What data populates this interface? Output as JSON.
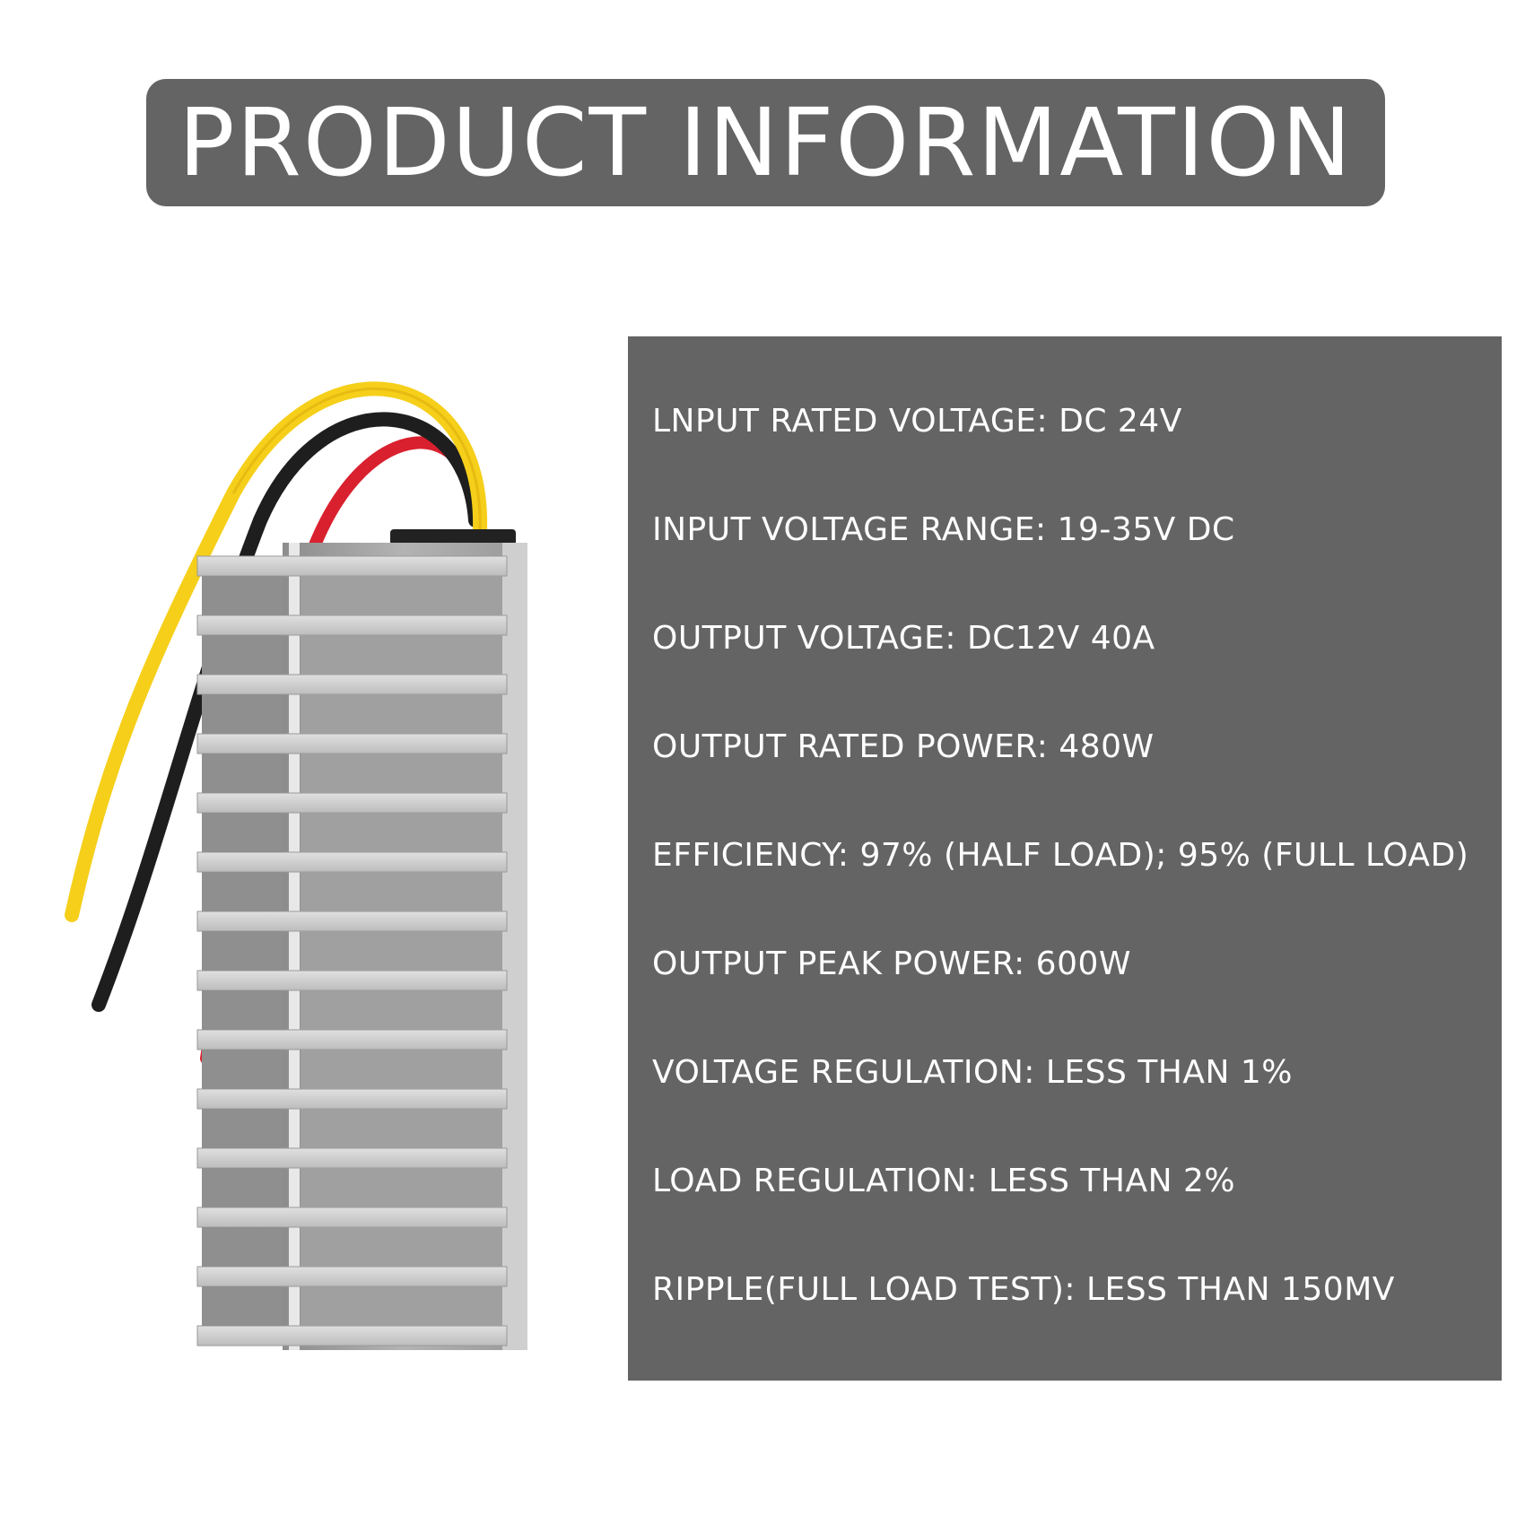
{
  "banner": {
    "title": "PRODUCT INFORMATION"
  },
  "image": {
    "subject": "step-down converter with heatsink fins and yellow, black, red wires"
  },
  "specs": [
    "LNPUT RATED VOLTAGE: DC 24V",
    "INPUT VOLTAGE RANGE: 19-35V DC",
    "OUTPUT VOLTAGE: DC12V 40A",
    "OUTPUT RATED POWER: 480W",
    "EFFICIENCY: 97% (HALF LOAD); 95% (FULL LOAD)",
    "OUTPUT PEAK POWER: 600W",
    "VOLTAGE REGULATION: LESS THAN 1%",
    "LOAD REGULATION: LESS THAN 2%",
    "RIPPLE(FULL LOAD TEST): LESS THAN 150MV"
  ],
  "colors": {
    "panel": "#646464",
    "text": "#ffffff",
    "wire_yellow": "#f5cf1a",
    "wire_red": "#d9202e",
    "wire_black": "#1e1e1e",
    "metal": "#a6a6a6"
  }
}
